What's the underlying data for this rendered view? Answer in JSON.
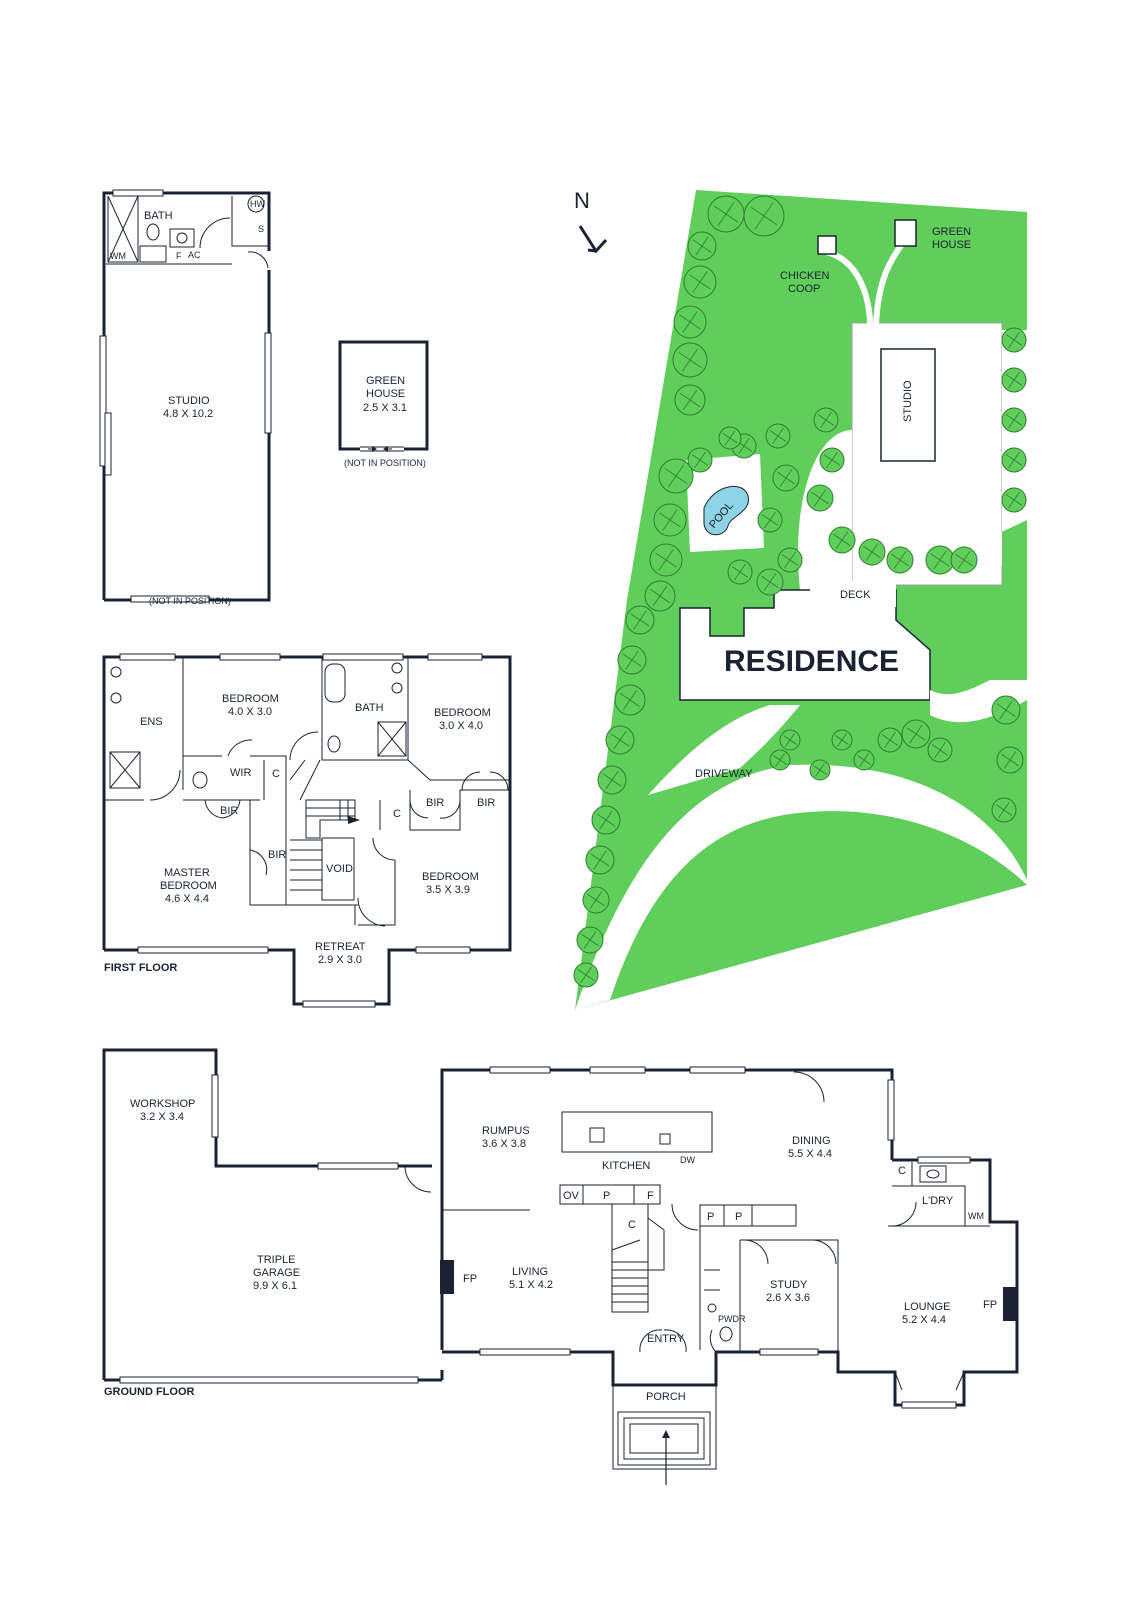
{
  "north": {
    "label": "N"
  },
  "studio_plan": {
    "bath": "BATH",
    "hw": "HW",
    "s": "S",
    "wm": "WM",
    "f": "F",
    "ac": "AC",
    "name": "STUDIO",
    "size": "4.8 X 10.2",
    "note": "(NOT IN POSITION)"
  },
  "greenhouse_plan": {
    "name_line1": "GREEN",
    "name_line2": "HOUSE",
    "size": "2.5 X 3.1",
    "note": "(NOT IN POSITION)"
  },
  "site_plan": {
    "chicken_line1": "CHICKEN",
    "chicken_line2": "COOP",
    "greenhouse_line1": "GREEN",
    "greenhouse_line2": "HOUSE",
    "studio": "STUDIO",
    "pool": "POOL",
    "deck": "DECK",
    "residence": "RESIDENCE",
    "driveway": "DRIVEWAY"
  },
  "first_floor": {
    "title": "FIRST FLOOR",
    "ens": "ENS",
    "bed1_name": "BEDROOM",
    "bed1_size": "4.0 X 3.0",
    "bath": "BATH",
    "bed2_name": "BEDROOM",
    "bed2_size": "3.0 X 4.0",
    "wir": "WIR",
    "c1": "C",
    "bir1": "BIR",
    "c2": "C",
    "bir2": "BIR",
    "bir3": "BIR",
    "bir4": "BIR",
    "master_line1": "MASTER",
    "master_line2": "BEDROOM",
    "master_size": "4.6 X 4.4",
    "void": "VOID",
    "bed3_name": "BEDROOM",
    "bed3_size": "3.5 X 3.9",
    "retreat_name": "RETREAT",
    "retreat_size": "2.9 X 3.0"
  },
  "ground_floor": {
    "title": "GROUND FLOOR",
    "workshop_name": "WORKSHOP",
    "workshop_size": "3.2 X 3.4",
    "garage_line1": "TRIPLE",
    "garage_line2": "GARAGE",
    "garage_size": "9.9 X 6.1",
    "rumpus_name": "RUMPUS",
    "rumpus_size": "3.6 X 3.8",
    "kitchen": "KITCHEN",
    "dw": "DW",
    "dining_name": "DINING",
    "dining_size": "5.5 X 4.4",
    "c_laundry": "C",
    "ldry": "L'DRY",
    "wm": "WM",
    "ov": "OV",
    "p1": "P",
    "f": "F",
    "c_stair": "C",
    "p2": "P",
    "p3": "P",
    "fp_living": "FP",
    "living_name": "LIVING",
    "living_size": "5.1 X 4.2",
    "study_name": "STUDY",
    "study_size": "2.6 X 3.6",
    "pwdr": "PWDR",
    "entry": "ENTRY",
    "lounge_name": "LOUNGE",
    "lounge_size": "5.2 X 4.4",
    "fp_lounge": "FP",
    "porch": "PORCH"
  }
}
